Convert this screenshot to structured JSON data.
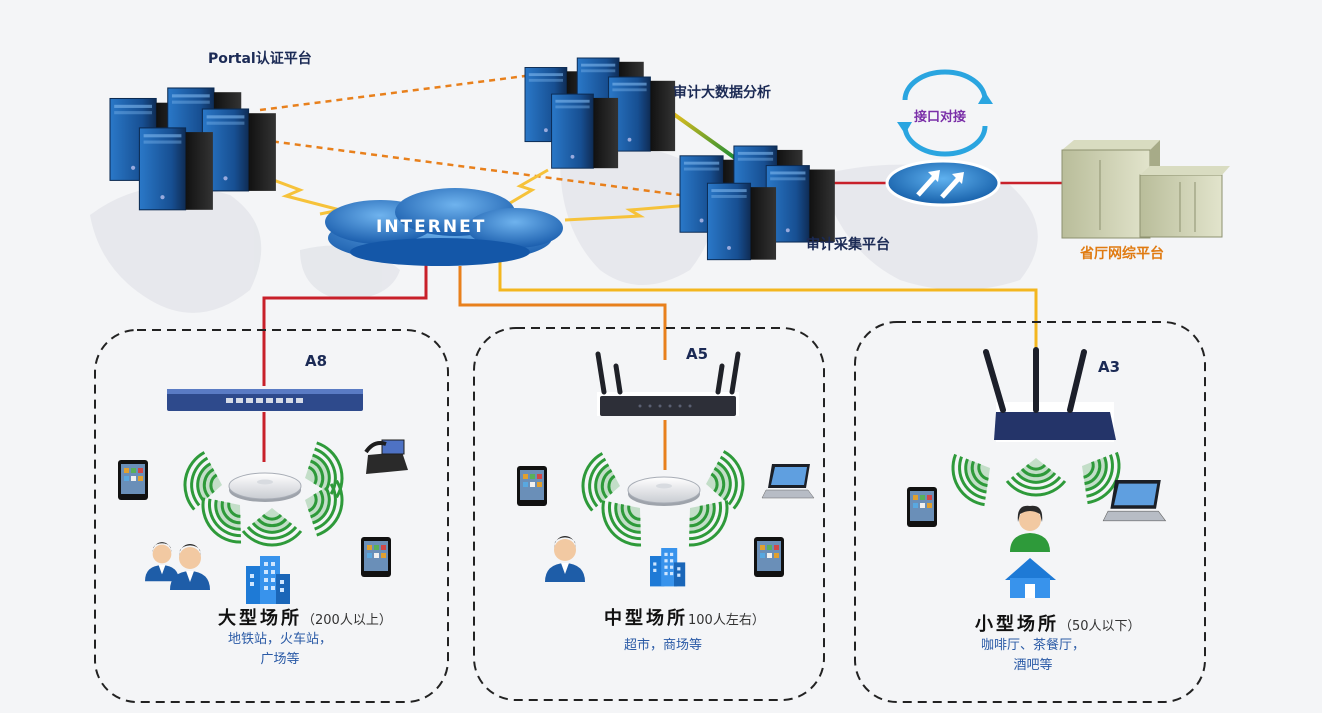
{
  "labels": {
    "portal": "Portal认证平台",
    "audit_bigdata": "审计大数据分析",
    "audit_collect": "审计采集平台",
    "interface": "接口对接",
    "province": "省厅网综平台",
    "internet": "INTERNET"
  },
  "venues": [
    {
      "model": "A8",
      "title": "大型场所",
      "capacity": "（200人以上）",
      "subtitle": [
        "地铁站，火车站，",
        "广场等"
      ]
    },
    {
      "model": "A5",
      "title": "中型场所",
      "capacity": "100人左右）",
      "subtitle": [
        "超市，商场等"
      ]
    },
    {
      "model": "A3",
      "title": "小型场所",
      "capacity": "（50人以下）",
      "subtitle": [
        "咖啡厅、茶餐厅，",
        "酒吧等"
      ]
    }
  ],
  "colors": {
    "server_blue": "#1d5fa8",
    "line_red": "#c8202a",
    "line_orange": "#e8801c",
    "line_yellow": "#f3b61f",
    "wifi_green": "#2e9a3a",
    "cloud_blue": "#1f74c9"
  }
}
